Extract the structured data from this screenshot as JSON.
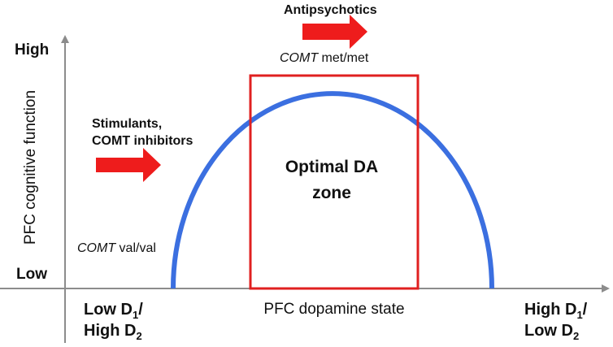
{
  "y_axis": {
    "label": "PFC cognitive function",
    "high_label": "High",
    "low_label": "Low"
  },
  "x_axis": {
    "label": "PFC dopamine  state",
    "left_label": {
      "line1_main": "Low D",
      "line1_sub": "1",
      "line1_tail": "/",
      "line2": "High D",
      "line2_sub": "2"
    },
    "right_label": {
      "line1_main": "High D",
      "line1_sub": "1",
      "line1_tail": "/",
      "line2": "Low D",
      "line2_sub": "2"
    }
  },
  "optimal_zone": {
    "line1": "Optimal DA",
    "line2": "zone"
  },
  "left_annotation": {
    "line1": "Stimulants,",
    "line2": "COMT inhibitors",
    "genotype_italic": "COMT",
    "genotype_rest": " val/val"
  },
  "top_annotation": {
    "title": "Antipsychotics",
    "genotype_italic": "COMT",
    "genotype_rest": " met/met"
  },
  "colors": {
    "curve": "#3b6fe0",
    "box": "#e02020",
    "arrow": "#ee1c1c",
    "axis": "#8c8c8c"
  }
}
